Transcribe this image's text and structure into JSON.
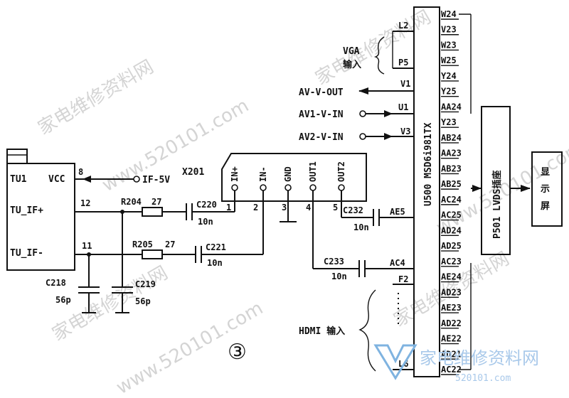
{
  "tuner": {
    "name": "TU1",
    "vcc_label": "VCC",
    "if_plus_label": "TU_IF+",
    "if_minus_label": "TU_IF-",
    "pin_vcc": "8",
    "pin_if_plus": "12",
    "pin_if_minus": "11",
    "supply": "IF-5V"
  },
  "components": {
    "r204": "R204",
    "r204_val": "27",
    "r205": "R205",
    "r205_val": "27",
    "c220": "C220",
    "c220_val": "10n",
    "c221": "C221",
    "c221_val": "10n",
    "c218": "C218",
    "c218_val": "56p",
    "c219": "C219",
    "c219_val": "56p",
    "c232": "C232",
    "c232_val": "10n",
    "c233": "C233",
    "c233_val": "10n"
  },
  "filter": {
    "name": "X201",
    "pins": [
      "IN+",
      "IN-",
      "GND",
      "OUT1",
      "OUT2"
    ],
    "pin_numbers": [
      "1",
      "2",
      "3",
      "4",
      "5"
    ]
  },
  "chip": {
    "name": "U500  MSD6i981TX",
    "left_pins": [
      "L2",
      "P5",
      "V1",
      "U1",
      "V3",
      "AE5",
      "AC4",
      "F2",
      "L6"
    ],
    "right_pins": [
      "W24",
      "V23",
      "W23",
      "W25",
      "Y24",
      "Y25",
      "AA24",
      "Y23",
      "AB24",
      "AA23",
      "AB23",
      "AB25",
      "AC24",
      "AC25",
      "AD24",
      "AD25",
      "AC23",
      "AE24",
      "AD23",
      "AE23",
      "AD22",
      "AE22",
      "AD21",
      "AC22"
    ]
  },
  "signals": {
    "vga": "VGA",
    "vga_sub": "输入",
    "av_out": "AV-V-OUT",
    "av1_in": "AV1-V-IN",
    "av2_in": "AV2-V-IN",
    "hdmi": "HDMI 输入"
  },
  "lvds": {
    "label": "P501 LVDS插座"
  },
  "display": {
    "label": "显示屏"
  },
  "figure_number": "③",
  "watermarks": [
    "家电维修资料网",
    "www.520101.com"
  ],
  "logo": {
    "text": "家电维修资料网",
    "url": "520101.com"
  }
}
